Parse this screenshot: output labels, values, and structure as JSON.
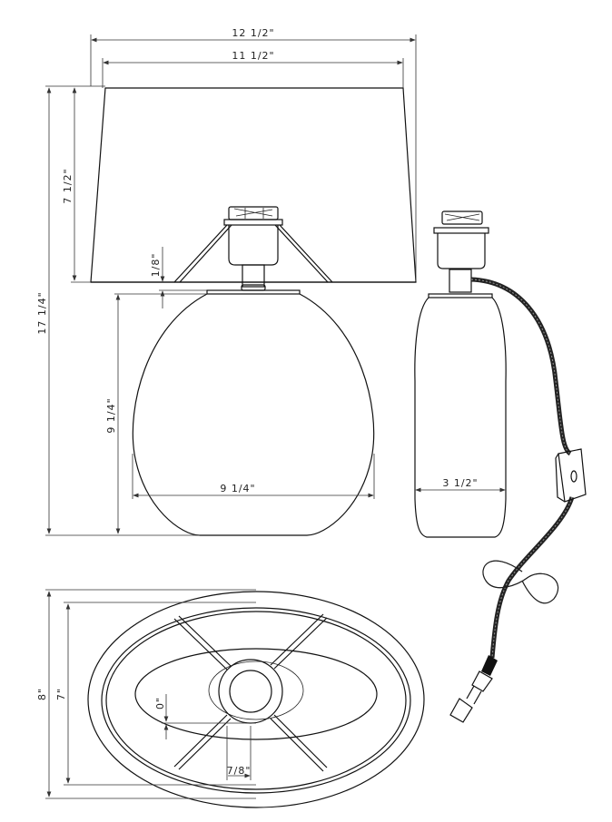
{
  "drawing": {
    "title": "Table lamp dimension drawing",
    "views": [
      "front",
      "side",
      "top"
    ],
    "dimensions": {
      "shade_top_width": "12 1/2\"",
      "shade_bottom_width": "11 1/2\"",
      "shade_height": "7 1/2\"",
      "shade_gap": "1/8\"",
      "overall_height": "17 1/4\"",
      "base_height": "9 1/4\"",
      "base_width": "9 1/4\"",
      "side_depth": "3 1/2\"",
      "top_depth_outer": "8\"",
      "top_depth_inner": "7\"",
      "top_offset_vertical": "0\"",
      "top_offset_horizontal": "7/8\""
    },
    "components": [
      "shade-icon",
      "socket-icon",
      "base-icon",
      "cord-icon",
      "switch-icon",
      "plug-icon"
    ],
    "line_color": "#111111",
    "background_color": "#ffffff"
  }
}
